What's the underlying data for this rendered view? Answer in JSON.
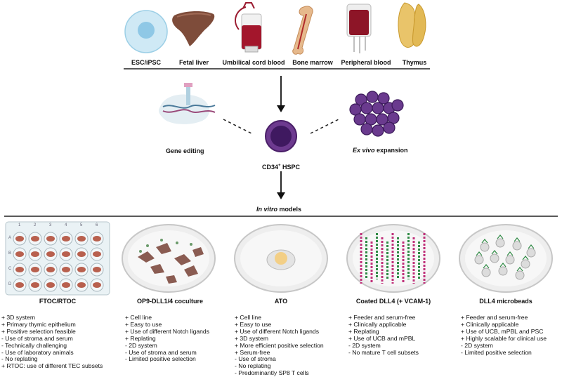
{
  "sources": [
    {
      "label": "ESC/iPSC",
      "icon": "stem-cell-icon"
    },
    {
      "label": "Fetal liver",
      "icon": "liver-icon"
    },
    {
      "label": "Umbilical cord blood",
      "icon": "cord-blood-bag-icon"
    },
    {
      "label": "Bone marrow",
      "icon": "bone-icon"
    },
    {
      "label": "Peripheral blood",
      "icon": "blood-bag-icon"
    },
    {
      "label": "Thymus",
      "icon": "thymus-icon"
    }
  ],
  "center": {
    "gene_editing": "Gene editing",
    "ex_vivo_italic": "Ex vivo",
    "ex_vivo_rest": " expansion",
    "hspc_main": "CD34",
    "hspc_sup": "+",
    "hspc_rest": " HSPC",
    "in_vitro_italic": "In vitro",
    "in_vitro_rest": " models"
  },
  "plate": {
    "cols": [
      "1",
      "2",
      "3",
      "4",
      "5",
      "6"
    ],
    "rows": [
      "A",
      "B",
      "C",
      "D"
    ]
  },
  "models": [
    {
      "title": "FTOC/RTOC",
      "items": [
        "+ 3D system",
        "+ Primary thymic epithelium",
        "+ Positive selection feasible",
        "- Use of stroma and serum",
        "- Technically challenging",
        "- Use of laboratory animals",
        "- No replating",
        "+ RTOC: use of different TEC subsets"
      ]
    },
    {
      "title": "OP9-DLL1/4 coculture",
      "items": [
        "+ Cell line",
        "+ Easy to use",
        "+ Use of different Notch ligands",
        "+ Replating",
        "- 2D system",
        "- Use of stroma and serum",
        "- Limited positive selection"
      ]
    },
    {
      "title": "ATO",
      "items": [
        "+ Cell line",
        "+ Easy to use",
        "+ Use of different Notch ligands",
        "+ 3D system",
        "+ More efficient positive selection",
        "+ Serum-free",
        "- Use of stroma",
        "- No replating",
        "- Predominantly SP8 T cells"
      ]
    },
    {
      "title": "Coated DLL4 (+ VCAM-1)",
      "items": [
        "+ Feeder and serum-free",
        "+ Clinically applicable",
        "+ Replating",
        "+ Use of UCB and  mPBL",
        "- 2D system",
        "- No mature T cell subsets"
      ]
    },
    {
      "title": "DLL4 microbeads",
      "items": [
        "+ Feeder and serum-free",
        "+ Clinically applicable",
        "+ Use of UCB, mPBL and PSC",
        "+ Highly scalable for clinical use",
        "- 2D system",
        "- Limited positive selection"
      ]
    }
  ],
  "colors": {
    "stem_cell": "#bfe3f2",
    "liver": "#8a5a44",
    "blood": "#9b1b30",
    "hspc": "#5b2a7e",
    "expansion": "#6a3a8e",
    "dish": "#e8e8e8",
    "dll4_pink": "#c0307a",
    "dll4_green": "#2f8a45",
    "bead": "#d8d8d8"
  }
}
